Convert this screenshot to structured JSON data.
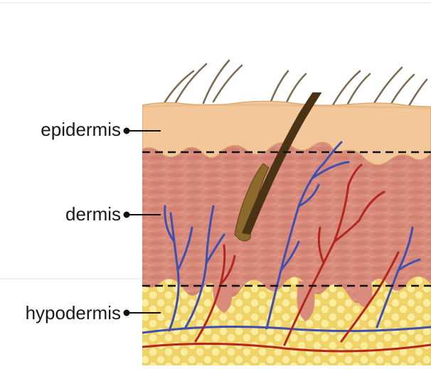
{
  "labels": {
    "epidermis": "epidermis",
    "dermis": "dermis",
    "hypodermis": "hypodermis"
  },
  "colors": {
    "epidermis": "#f3c79a",
    "epidermis_edge": "#d9a26d",
    "dermis": "#d98b7c",
    "dermis_texture": "#c97464",
    "hypodermis": "#f5df7a",
    "fat_cell": "#fbec9e",
    "fat_cell_edge": "#e6c95a",
    "vein": "#3f4fb0",
    "artery": "#b3251e",
    "hair": "#4a3214",
    "hair_follicle": "#8c6a2c",
    "text": "#1a1a1a"
  }
}
